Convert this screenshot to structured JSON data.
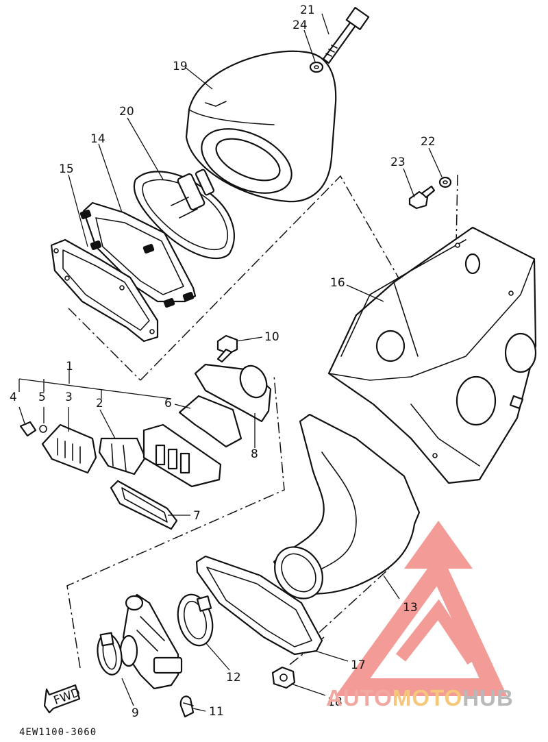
{
  "diagram": {
    "callouts": [
      {
        "id": "c1",
        "label": "1"
      },
      {
        "id": "c2",
        "label": "2"
      },
      {
        "id": "c3",
        "label": "3"
      },
      {
        "id": "c4",
        "label": "4"
      },
      {
        "id": "c5",
        "label": "5"
      },
      {
        "id": "c6",
        "label": "6"
      },
      {
        "id": "c7",
        "label": "7"
      },
      {
        "id": "c8",
        "label": "8"
      },
      {
        "id": "c9",
        "label": "9"
      },
      {
        "id": "c10",
        "label": "10"
      },
      {
        "id": "c11",
        "label": "11"
      },
      {
        "id": "c12",
        "label": "12"
      },
      {
        "id": "c13",
        "label": "13"
      },
      {
        "id": "c14",
        "label": "14"
      },
      {
        "id": "c15",
        "label": "15"
      },
      {
        "id": "c16",
        "label": "16"
      },
      {
        "id": "c17",
        "label": "17"
      },
      {
        "id": "c18",
        "label": "18"
      },
      {
        "id": "c19",
        "label": "19"
      },
      {
        "id": "c20",
        "label": "20"
      },
      {
        "id": "c21",
        "label": "21"
      },
      {
        "id": "c22",
        "label": "22"
      },
      {
        "id": "c23",
        "label": "23"
      },
      {
        "id": "c24",
        "label": "24"
      }
    ],
    "fwd_arrow_label": "FWD",
    "diagram_code": "4EW1100-3060"
  },
  "watermark": {
    "text_auto": "AUTO",
    "text_moto": "MOTO",
    "text_hub": "HUB",
    "colors": {
      "auto": "#f0a8a0",
      "moto": "#f4c77a",
      "hub": "#b9b9b9",
      "logo": "#f08a86"
    }
  }
}
